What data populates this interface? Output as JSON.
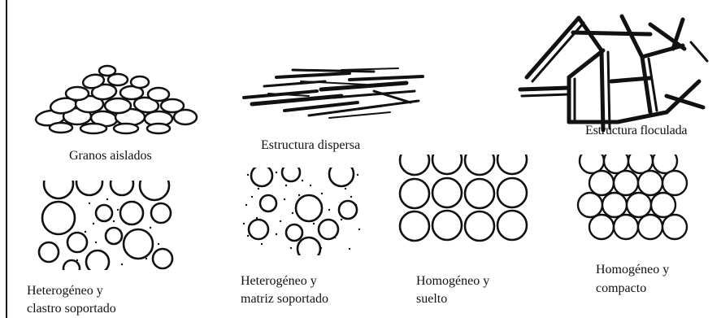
{
  "figure": {
    "panels": [
      {
        "id": "granos",
        "label_lines": [
          "Granos aislados"
        ]
      },
      {
        "id": "dispersa",
        "label_lines": [
          "Estructura dispersa"
        ]
      },
      {
        "id": "floculada",
        "label_lines": [
          "Estructura floculada"
        ]
      },
      {
        "id": "het-clastro",
        "label_lines": [
          "Heterogéneo y",
          "clastro soportado"
        ]
      },
      {
        "id": "het-matriz",
        "label_lines": [
          "Heterogéneo y",
          "matriz soportado"
        ]
      },
      {
        "id": "hom-suelto",
        "label_lines": [
          "Homogéneo y",
          "suelto"
        ]
      },
      {
        "id": "hom-compacto",
        "label_lines": [
          "Homogéneo y",
          "compacto"
        ]
      }
    ]
  }
}
